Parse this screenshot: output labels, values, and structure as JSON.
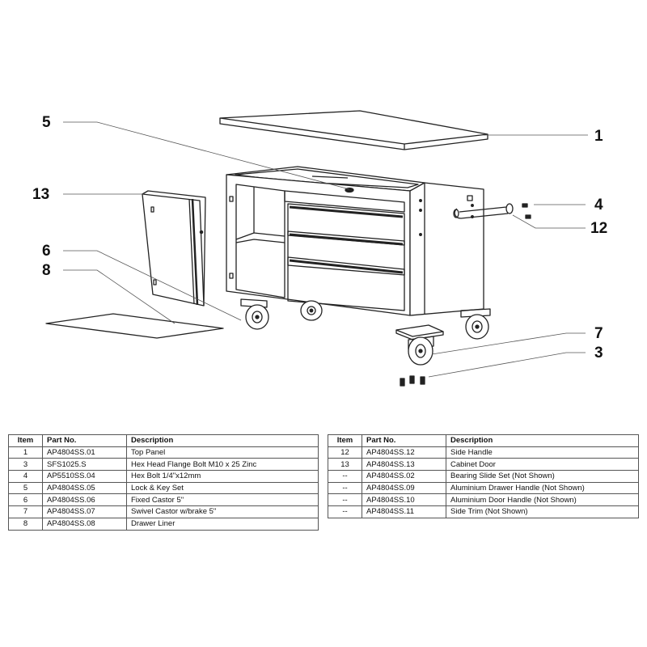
{
  "callouts": {
    "c1": "1",
    "c3": "3",
    "c4": "4",
    "c5": "5",
    "c6": "6",
    "c7": "7",
    "c8": "8",
    "c12": "12",
    "c13": "13"
  },
  "table_headers": {
    "item": "Item",
    "part_no": "Part No.",
    "description": "Description"
  },
  "left_rows": [
    {
      "item": "1",
      "part_no": "AP4804SS.01",
      "description": "Top Panel"
    },
    {
      "item": "3",
      "part_no": "SFS1025.S",
      "description": "Hex Head Flange Bolt M10 x 25 Zinc"
    },
    {
      "item": "4",
      "part_no": "AP5510SS.04",
      "description": "Hex Bolt 1/4\"x12mm"
    },
    {
      "item": "5",
      "part_no": "AP4804SS.05",
      "description": "Lock & Key Set"
    },
    {
      "item": "6",
      "part_no": "AP4804SS.06",
      "description": "Fixed Castor 5\""
    },
    {
      "item": "7",
      "part_no": "AP4804SS.07",
      "description": "Swivel Castor w/brake 5\""
    },
    {
      "item": "8",
      "part_no": "AP4804SS.08",
      "description": "Drawer Liner"
    }
  ],
  "right_rows": [
    {
      "item": "12",
      "part_no": "AP4804SS.12",
      "description": "Side Handle"
    },
    {
      "item": "13",
      "part_no": "AP4804SS.13",
      "description": "Cabinet Door"
    },
    {
      "item": "--",
      "part_no": "AP4804SS.02",
      "description": "Bearing Slide Set (Not Shown)"
    },
    {
      "item": "--",
      "part_no": "AP4804SS.09",
      "description": "Aluminium Drawer Handle  (Not Shown)"
    },
    {
      "item": "--",
      "part_no": "AP4804SS.10",
      "description": "Aluminium Door Handle  (Not Shown)"
    },
    {
      "item": "--",
      "part_no": "AP4804SS.11",
      "description": "Side Trim  (Not Shown)"
    }
  ]
}
